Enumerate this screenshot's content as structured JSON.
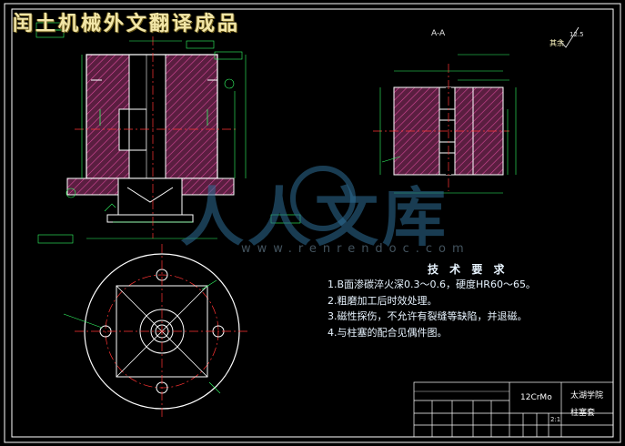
{
  "banner": "闰土机械外文翻译成品",
  "section_label": "A-A",
  "roughness": {
    "label": "其余",
    "value": "12.5"
  },
  "technical_requirements": {
    "title": "技 术 要 求",
    "items": [
      "1.B面渗碳淬火深0.3～0.6，硬度HR60～65。",
      "2.粗磨加工后时效处理。",
      "3.磁性探伤，不允许有裂缝等缺陷，并退磁。",
      "4.与柱塞的配合见偶件图。"
    ]
  },
  "title_block": {
    "material": "12CrMo",
    "school": "太湖学院",
    "part_name": "柱塞套",
    "scale": "2:1"
  },
  "watermark": {
    "text": "人人文库",
    "url": "www.renrendoc.com"
  },
  "colors": {
    "outline": "#ffffff",
    "dimension": "#33ff66",
    "hatch": "#c0277f",
    "center": "#ff3333",
    "hidden": "#ffff66",
    "text": "#e8f4ff"
  }
}
